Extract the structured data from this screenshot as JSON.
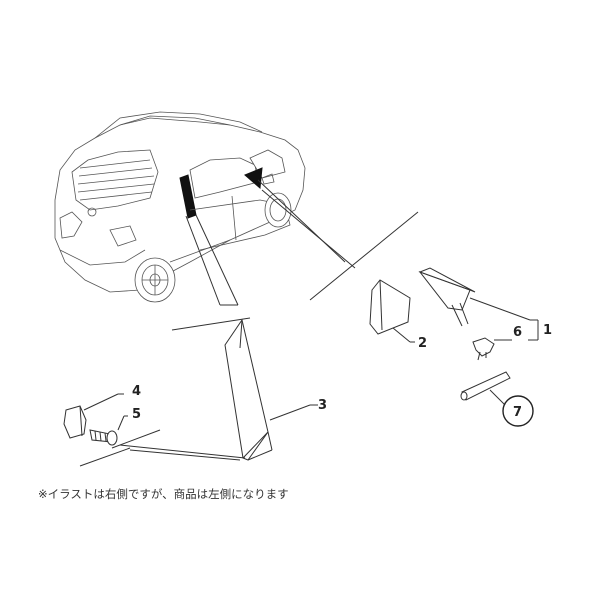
{
  "callouts": {
    "c1": "1",
    "c2": "2",
    "c3": "3",
    "c4": "4",
    "c5": "5",
    "c6": "6",
    "c7": "7"
  },
  "note": "※イラストは右側ですが、商品は左側になります",
  "colors": {
    "line": "#333333",
    "highlight": "#111111",
    "background": "#ffffff"
  }
}
